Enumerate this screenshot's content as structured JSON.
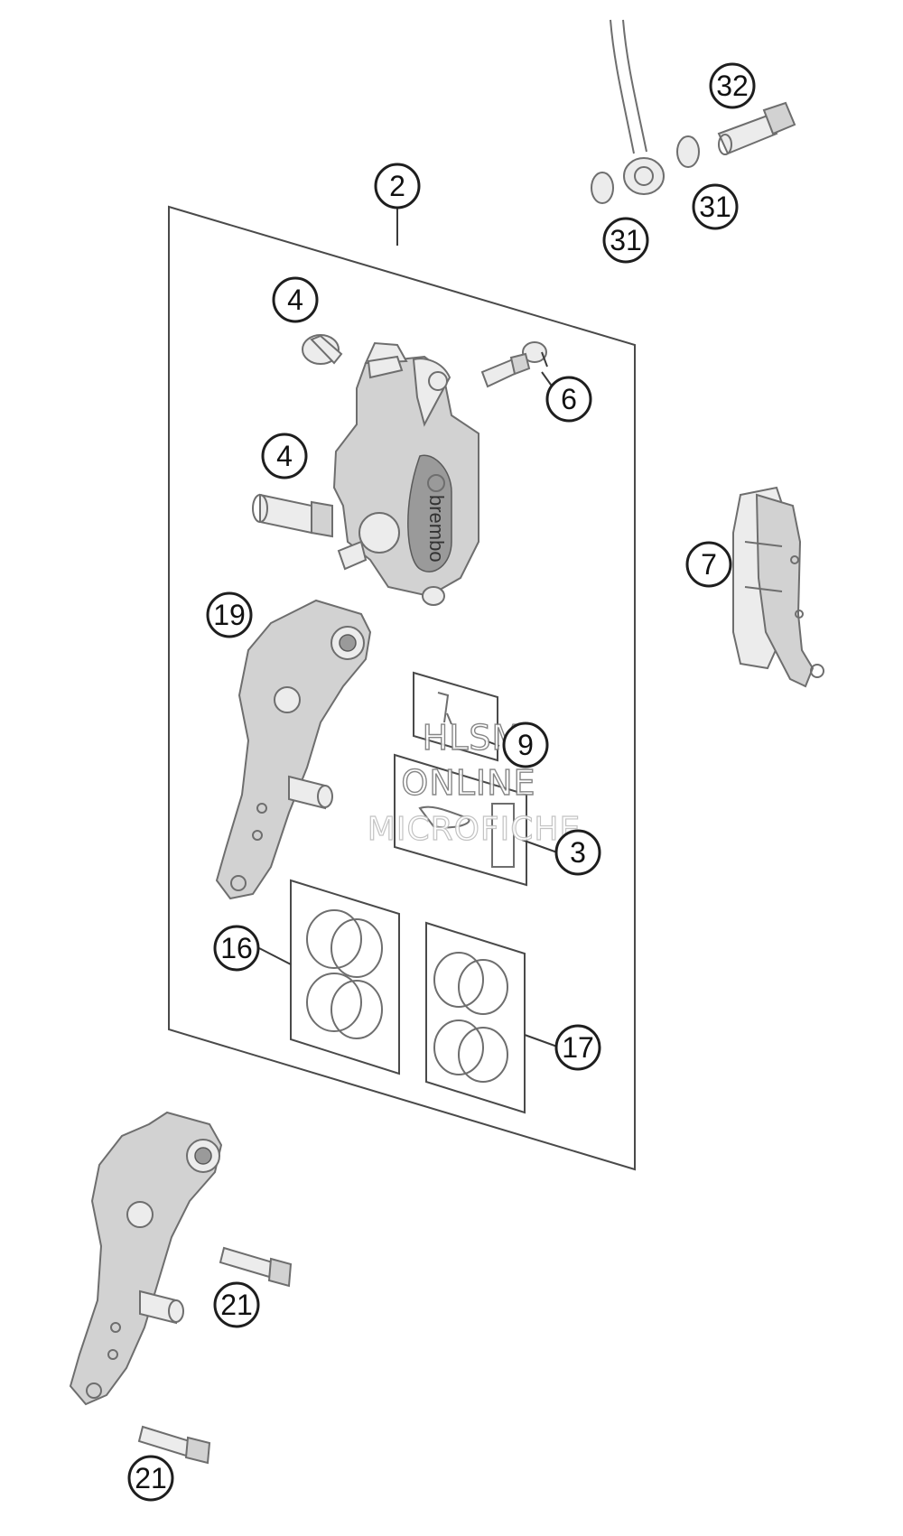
{
  "callouts": [
    {
      "id": "c2",
      "label": "2"
    },
    {
      "id": "c4a",
      "label": "4"
    },
    {
      "id": "c4b",
      "label": "4"
    },
    {
      "id": "c6",
      "label": "6"
    },
    {
      "id": "c7",
      "label": "7"
    },
    {
      "id": "c9",
      "label": "9"
    },
    {
      "id": "c3",
      "label": "3"
    },
    {
      "id": "c19",
      "label": "19"
    },
    {
      "id": "c16",
      "label": "16"
    },
    {
      "id": "c17",
      "label": "17"
    },
    {
      "id": "c21a",
      "label": "21"
    },
    {
      "id": "c21b",
      "label": "21"
    },
    {
      "id": "c31a",
      "label": "31"
    },
    {
      "id": "c31b",
      "label": "31"
    },
    {
      "id": "c32",
      "label": "32"
    }
  ],
  "caliper_brand": "brembo",
  "watermark": {
    "line1": "HLSM",
    "line2": "ONLINE",
    "line3": "MICROFICHE"
  },
  "colors": {
    "line": "#6e6e6e",
    "part_fill": "#d2d2d2",
    "callout_stroke": "#1e1e1e"
  }
}
